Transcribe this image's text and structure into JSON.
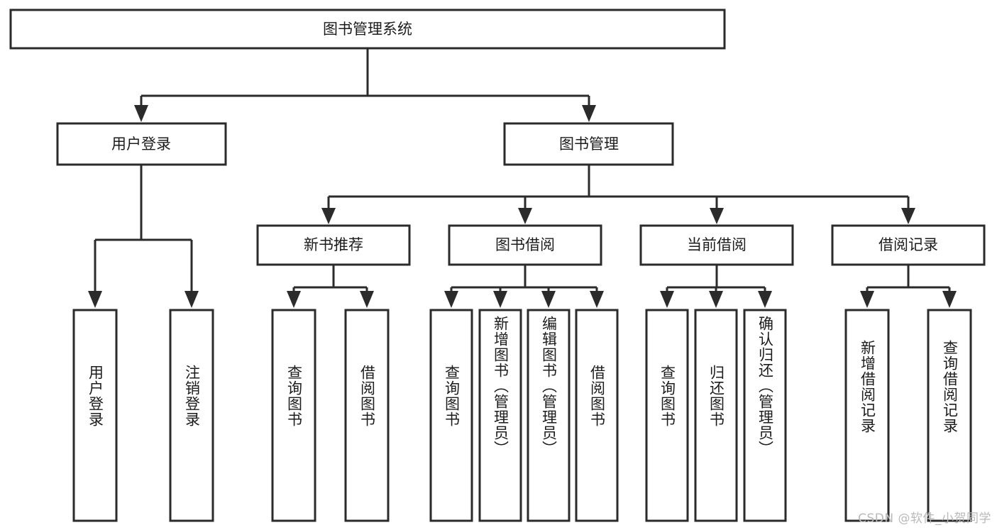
{
  "diagram": {
    "kind": "tree-hierarchy-chart",
    "title": "图书管理系统",
    "background_color": "#ffffff",
    "line_color": "#2b2b2b",
    "text_color": "#1c1c1c",
    "root": {
      "id": "root",
      "label": "图书管理系统"
    },
    "level2": [
      {
        "id": "user-login",
        "label": "用户登录"
      },
      {
        "id": "book-manage",
        "label": "图书管理"
      }
    ],
    "level3": [
      {
        "id": "new-book-recommend",
        "label": "新书推荐",
        "parent": "book-manage"
      },
      {
        "id": "book-borrow",
        "label": "图书借阅",
        "parent": "book-manage"
      },
      {
        "id": "current-borrow",
        "label": "当前借阅",
        "parent": "book-manage"
      },
      {
        "id": "borrow-record",
        "label": "借阅记录",
        "parent": "book-manage"
      }
    ],
    "leaves": [
      {
        "id": "leaf-user-login",
        "label": "用户登录",
        "parent": "user-login"
      },
      {
        "id": "leaf-user-logout",
        "label": "注销登录",
        "parent": "user-login"
      },
      {
        "id": "leaf-query-book-1",
        "label": "查询图书",
        "parent": "new-book-recommend"
      },
      {
        "id": "leaf-borrow-book-1",
        "label": "借阅图书",
        "parent": "new-book-recommend"
      },
      {
        "id": "leaf-query-book-2",
        "label": "查询图书",
        "parent": "book-borrow"
      },
      {
        "id": "leaf-add-book",
        "label": "新增图书（管理员）",
        "parent": "book-borrow"
      },
      {
        "id": "leaf-edit-book",
        "label": "编辑图书（管理员）",
        "parent": "book-borrow"
      },
      {
        "id": "leaf-borrow-book-2",
        "label": "借阅图书",
        "parent": "book-borrow"
      },
      {
        "id": "leaf-query-book-3",
        "label": "查询图书",
        "parent": "current-borrow"
      },
      {
        "id": "leaf-return-book",
        "label": "归还图书",
        "parent": "current-borrow"
      },
      {
        "id": "leaf-confirm-return",
        "label": "确认归还（管理员）",
        "parent": "current-borrow"
      },
      {
        "id": "leaf-add-record",
        "label": "新增借阅记录",
        "parent": "borrow-record"
      },
      {
        "id": "leaf-query-record",
        "label": "查询借阅记录",
        "parent": "borrow-record"
      }
    ]
  },
  "watermark": {
    "text": "CSDN @软件_小贺同学"
  }
}
